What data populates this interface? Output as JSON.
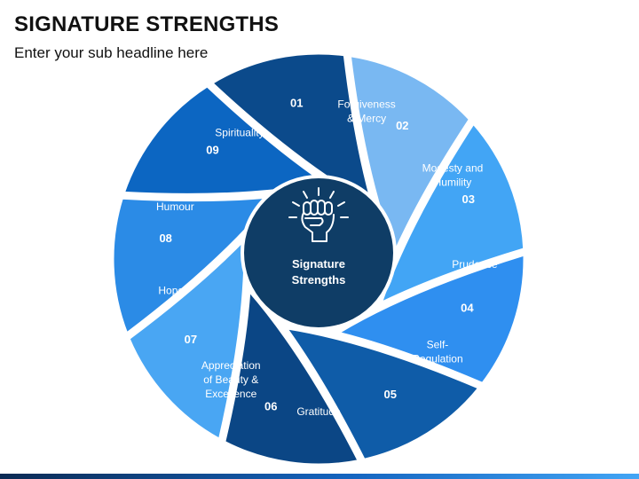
{
  "title": "SIGNATURE STRENGTHS",
  "subtitle": "Enter your sub headline here",
  "center": {
    "line1": "Signature",
    "line2": "Strengths",
    "icon": "raised-fist-icon",
    "color": "#0f3d66"
  },
  "segments": [
    {
      "num": "01",
      "label": [
        "Forgiveness",
        "& Mercy"
      ],
      "color": "#79b8f2"
    },
    {
      "num": "02",
      "label": [
        "Modesty and",
        "Humility"
      ],
      "color": "#42a5f5"
    },
    {
      "num": "03",
      "label": [
        "Prudence"
      ],
      "color": "#2f8ff0"
    },
    {
      "num": "04",
      "label": [
        "Self-",
        "Regulation"
      ],
      "color": "#0f5ca8"
    },
    {
      "num": "05",
      "label": [
        "Gratitude"
      ],
      "color": "#0b4685"
    },
    {
      "num": "06",
      "label": [
        "Appreciation",
        "of Beauty &",
        "Excellence"
      ],
      "color": "#49a6f3"
    },
    {
      "num": "07",
      "label": [
        "Hope"
      ],
      "color": "#2b8be6"
    },
    {
      "num": "08",
      "label": [
        "Humour"
      ],
      "color": "#0c66c2"
    },
    {
      "num": "09",
      "label": [
        "Spirituality"
      ],
      "color": "#0b4a8b"
    }
  ]
}
